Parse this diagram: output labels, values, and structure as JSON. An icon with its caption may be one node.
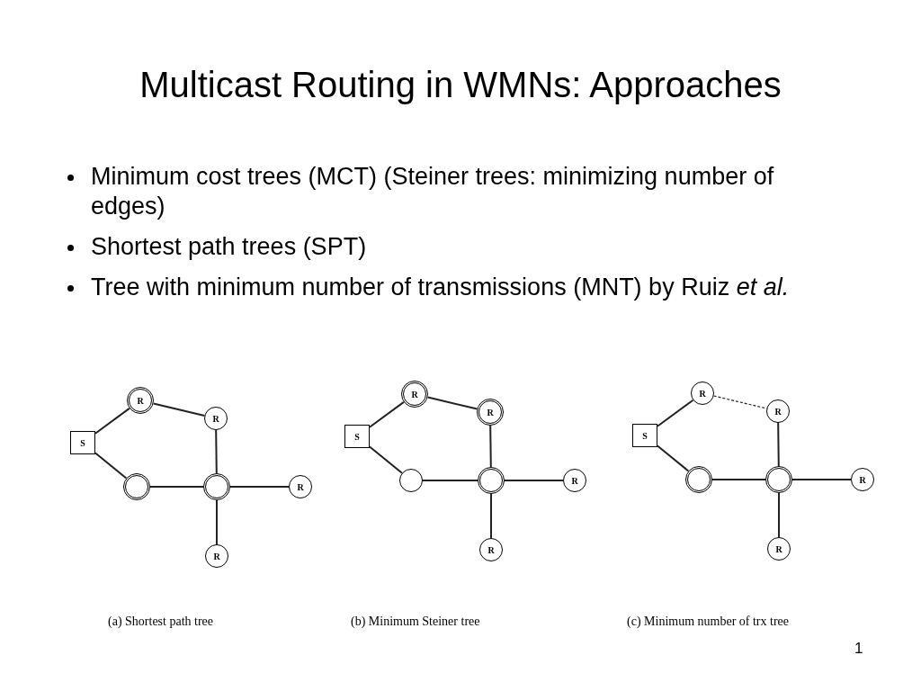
{
  "diagram": {
    "title": "Multicast Routing in WMNs: Approaches",
    "nodes": [
      {
        "text": [
          "S"
        ]
      },
      {
        "text": [
          "R"
        ]
      },
      {
        "text": [
          "R"
        ]
      },
      {
        "text": [],
        "shape": "circle"
      },
      {
        "text": [],
        "shape": "circle"
      },
      {
        "text": [
          "R"
        ]
      },
      {
        "text": [
          "R"
        ]
      },
      {
        "text": [
          "S"
        ]
      },
      {
        "text": [
          "R"
        ]
      },
      {
        "text": [
          "R"
        ]
      },
      {
        "text": [],
        "shape": "circle"
      },
      {
        "text": [],
        "shape": "circle"
      },
      {
        "text": [
          "R"
        ]
      },
      {
        "text": [
          "R"
        ]
      },
      {
        "text": [
          "S"
        ]
      },
      {
        "text": [
          "R"
        ]
      },
      {
        "text": [
          "R"
        ]
      },
      {
        "text": [],
        "shape": "circle"
      },
      {
        "text": [],
        "shape": "circle"
      },
      {
        "text": [
          "R"
        ]
      },
      {
        "text": [
          "R"
        ]
      }
    ],
    "edges": [
      {
        "from": 0,
        "to": 1,
        "arrow": "none"
      },
      {
        "from": 1,
        "to": 2,
        "arrow": "none"
      },
      {
        "from": 2,
        "to": 4,
        "arrow": "none"
      },
      {
        "from": 0,
        "to": 3,
        "arrow": "none"
      },
      {
        "from": 3,
        "to": 4,
        "arrow": "none"
      },
      {
        "from": 4,
        "to": 5,
        "arrow": "none"
      },
      {
        "from": 4,
        "to": 6,
        "arrow": "none"
      },
      {
        "from": 7,
        "to": 8,
        "arrow": "none"
      },
      {
        "from": 8,
        "to": 9,
        "arrow": "none"
      },
      {
        "from": 9,
        "to": 11,
        "arrow": "none"
      },
      {
        "from": 7,
        "to": 10,
        "arrow": "none"
      },
      {
        "from": 10,
        "to": 11,
        "arrow": "none"
      },
      {
        "from": 11,
        "to": 12,
        "arrow": "none"
      },
      {
        "from": 11,
        "to": 13,
        "arrow": "none"
      },
      {
        "from": 14,
        "to": 15,
        "arrow": "none"
      },
      {
        "from": 15,
        "to": 16,
        "arrow": "none",
        "style": "dashed"
      },
      {
        "from": 16,
        "to": 18,
        "arrow": "none"
      },
      {
        "from": 14,
        "to": 17,
        "arrow": "none"
      },
      {
        "from": 17,
        "to": 18,
        "arrow": "none"
      },
      {
        "from": 18,
        "to": 19,
        "arrow": "none"
      },
      {
        "from": 18,
        "to": 20,
        "arrow": "none"
      }
    ],
    "labels": [
      "Minimum cost trees (MCT) (Steiner trees: minimizing number of edges)",
      "Shortest path trees (SPT)",
      "Tree with minimum number of transmissions (MNT) by Ruiz *et al.*",
      "(a) Shortest path tree",
      "(b) Minimum Steiner tree",
      "(c) Minimum number of trx tree",
      "1"
    ]
  }
}
